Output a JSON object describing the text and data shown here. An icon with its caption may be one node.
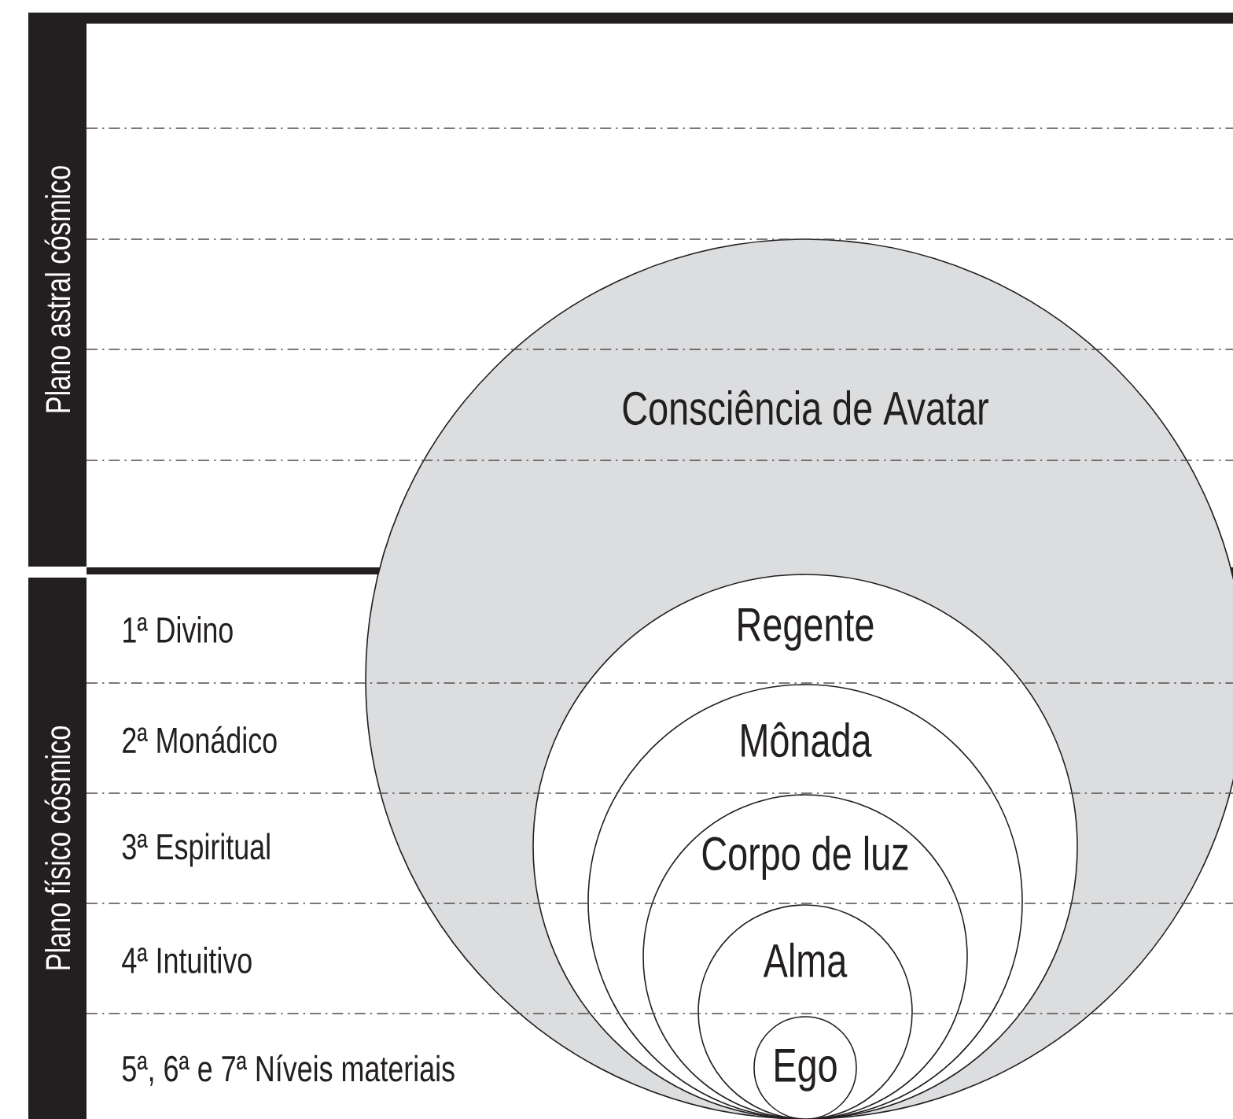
{
  "diagram": {
    "nodes": [
      {
        "text": [
          "Plano astral cósmico"
        ]
      },
      {
        "text": [
          "Consciência de Avatar"
        ]
      },
      {
        "text": [
          "Plano físico cósmico"
        ]
      },
      {
        "text": [
          "Regente"
        ],
        "in": 1
      },
      {
        "text": [
          "Mônada"
        ],
        "in": 3
      },
      {
        "text": [
          "Corpo de luz"
        ],
        "in": 4
      },
      {
        "text": [
          "Alma"
        ],
        "in": 5
      },
      {
        "text": [
          "Ego"
        ],
        "in": 6
      }
    ],
    "labels": [
      "1ª Divino",
      "2ª Monádico",
      "3ª Espiritual",
      "4ª Intuitivo",
      "5ª, 6ª e 7ª Níveis materiais"
    ]
  }
}
